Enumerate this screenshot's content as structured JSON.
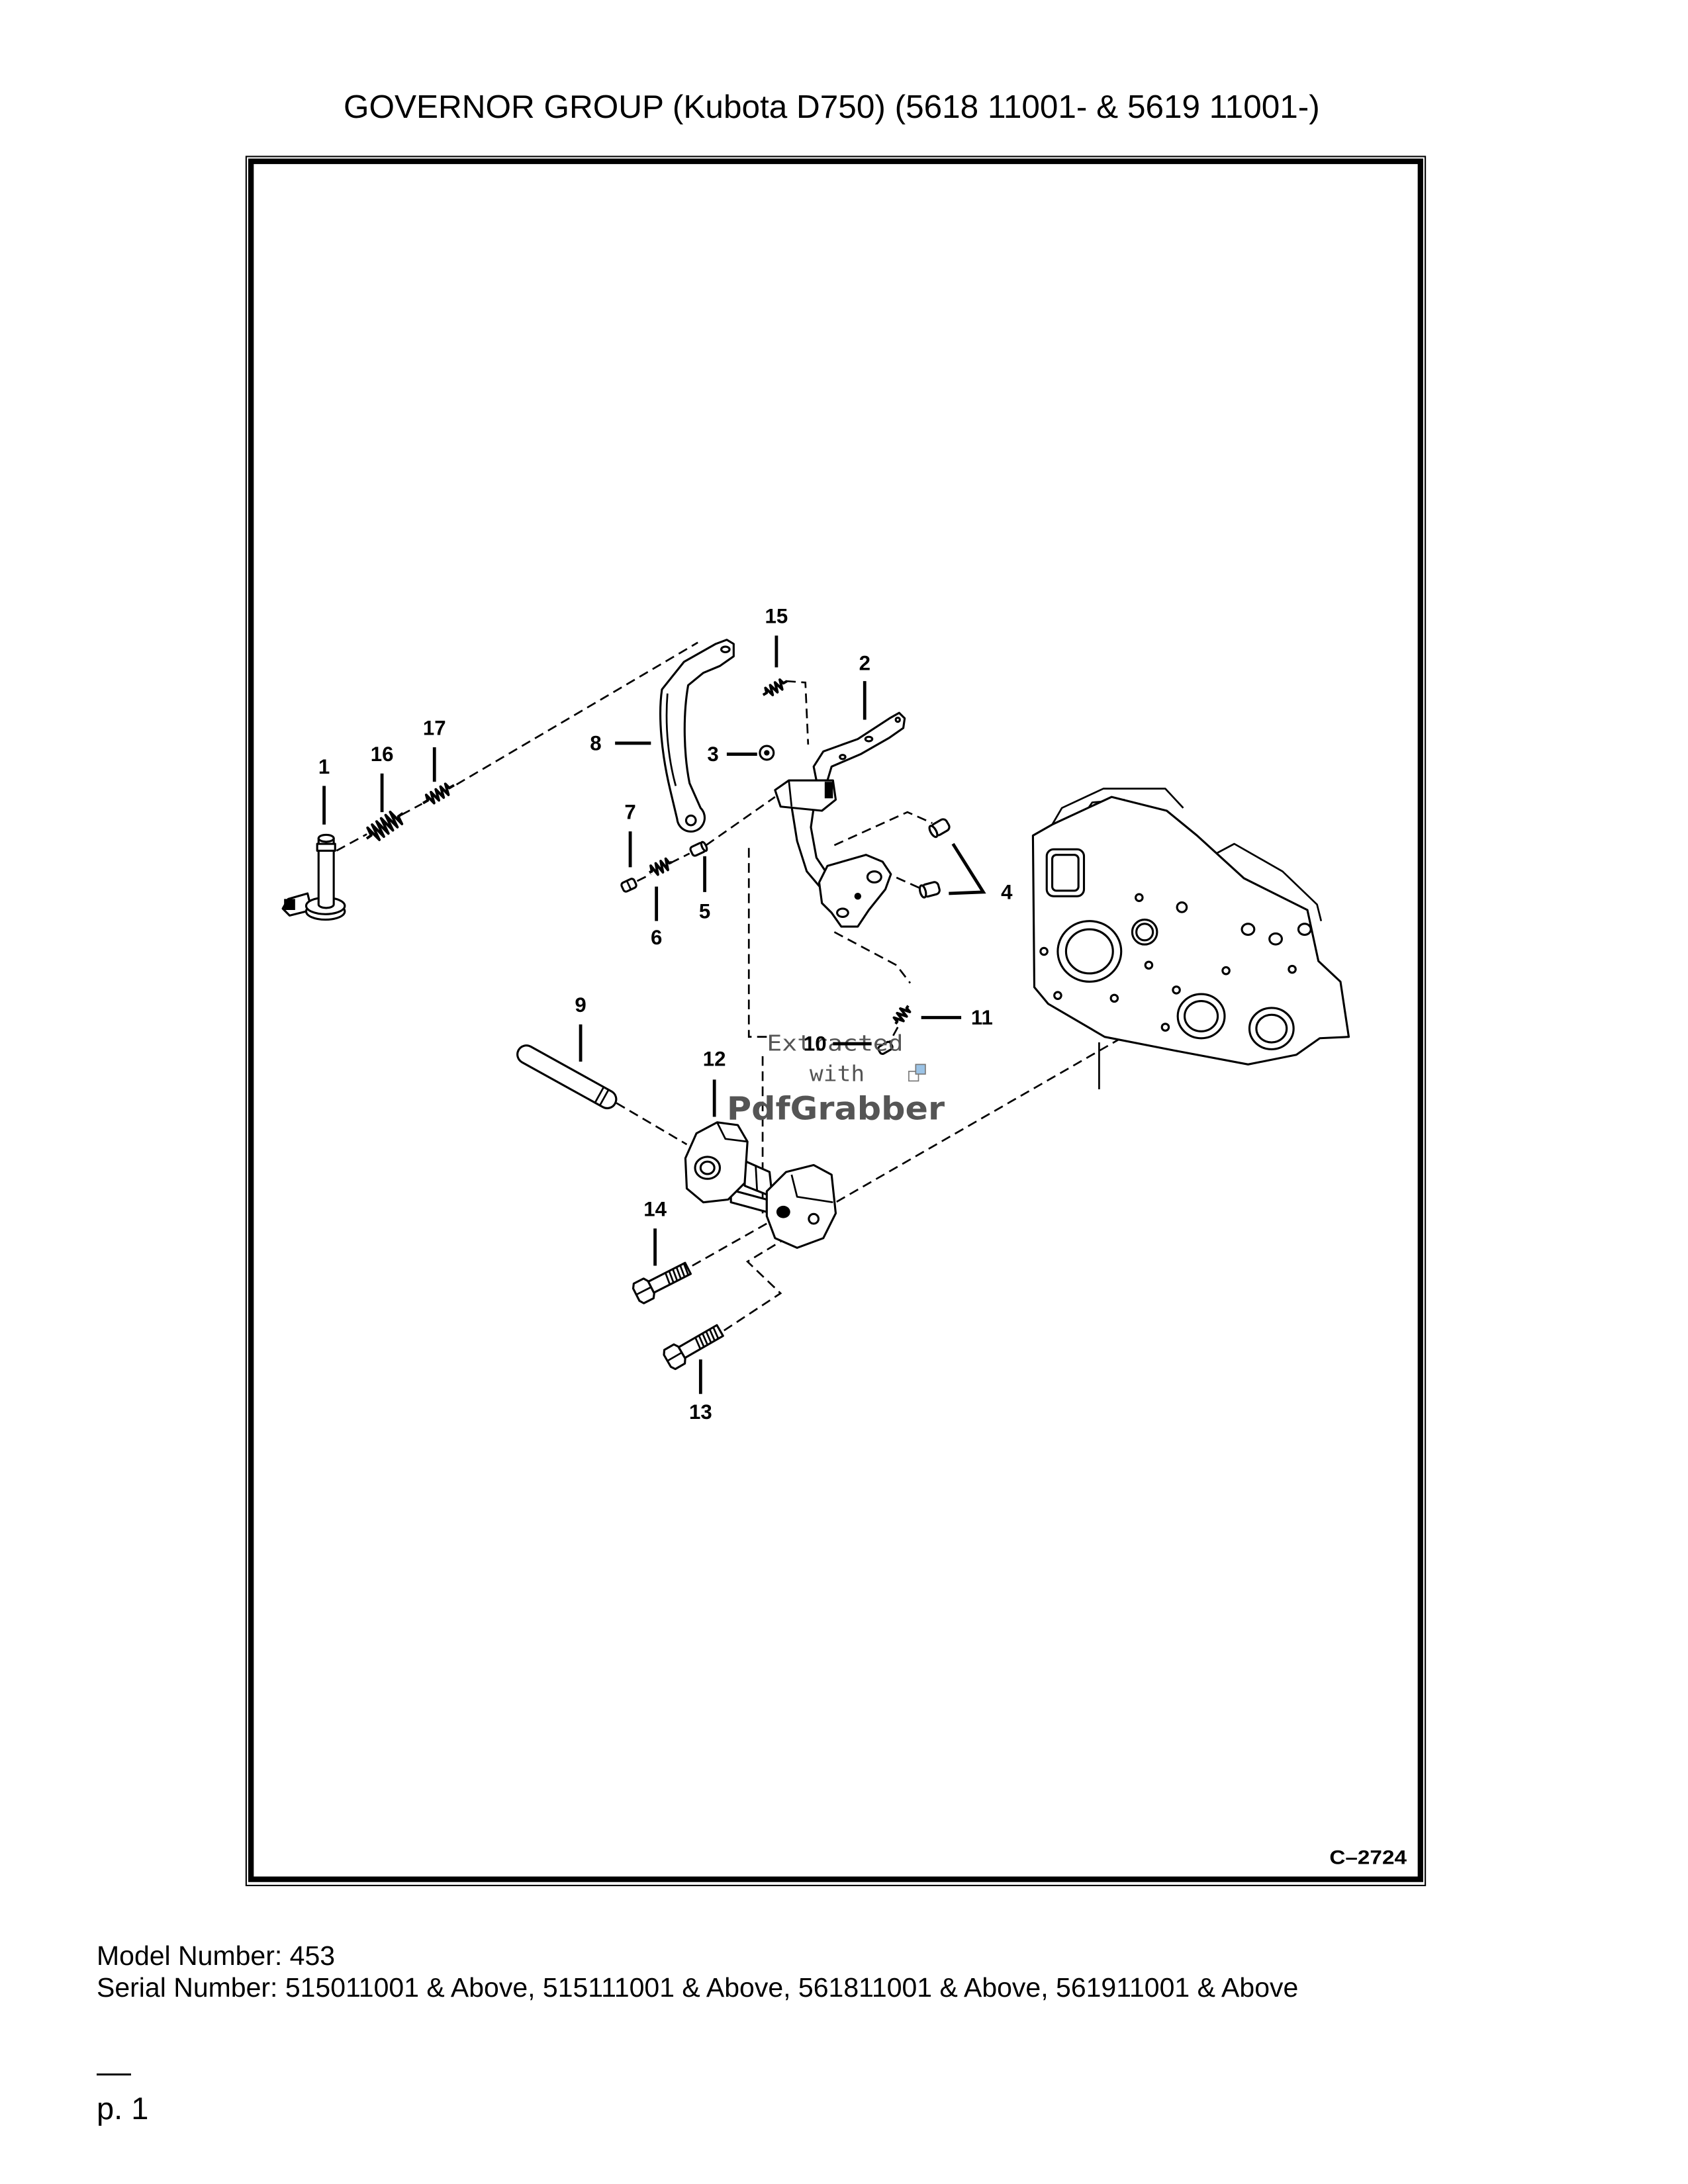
{
  "page": {
    "title": "GOVERNOR GROUP (Kubota D750) (5618 11001- & 5619 11001-)"
  },
  "diagram": {
    "figure_code": "C–2724",
    "callouts": [
      "1",
      "2",
      "3",
      "4",
      "5",
      "6",
      "7",
      "8",
      "9",
      "10",
      "11",
      "12",
      "13",
      "14",
      "15",
      "16",
      "17"
    ]
  },
  "watermark": {
    "line1": "Extracted",
    "line2": "with",
    "brand": "PdfGrabber"
  },
  "footer": {
    "model_number": "Model Number: 453",
    "serial_number": "Serial Number: 515011001 & Above, 515111001 & Above, 561811001 & Above, 561911001 & Above",
    "page_number": "p. 1"
  },
  "colors": {
    "ink": "#000000",
    "background": "#ffffff",
    "watermark": "#555555"
  }
}
